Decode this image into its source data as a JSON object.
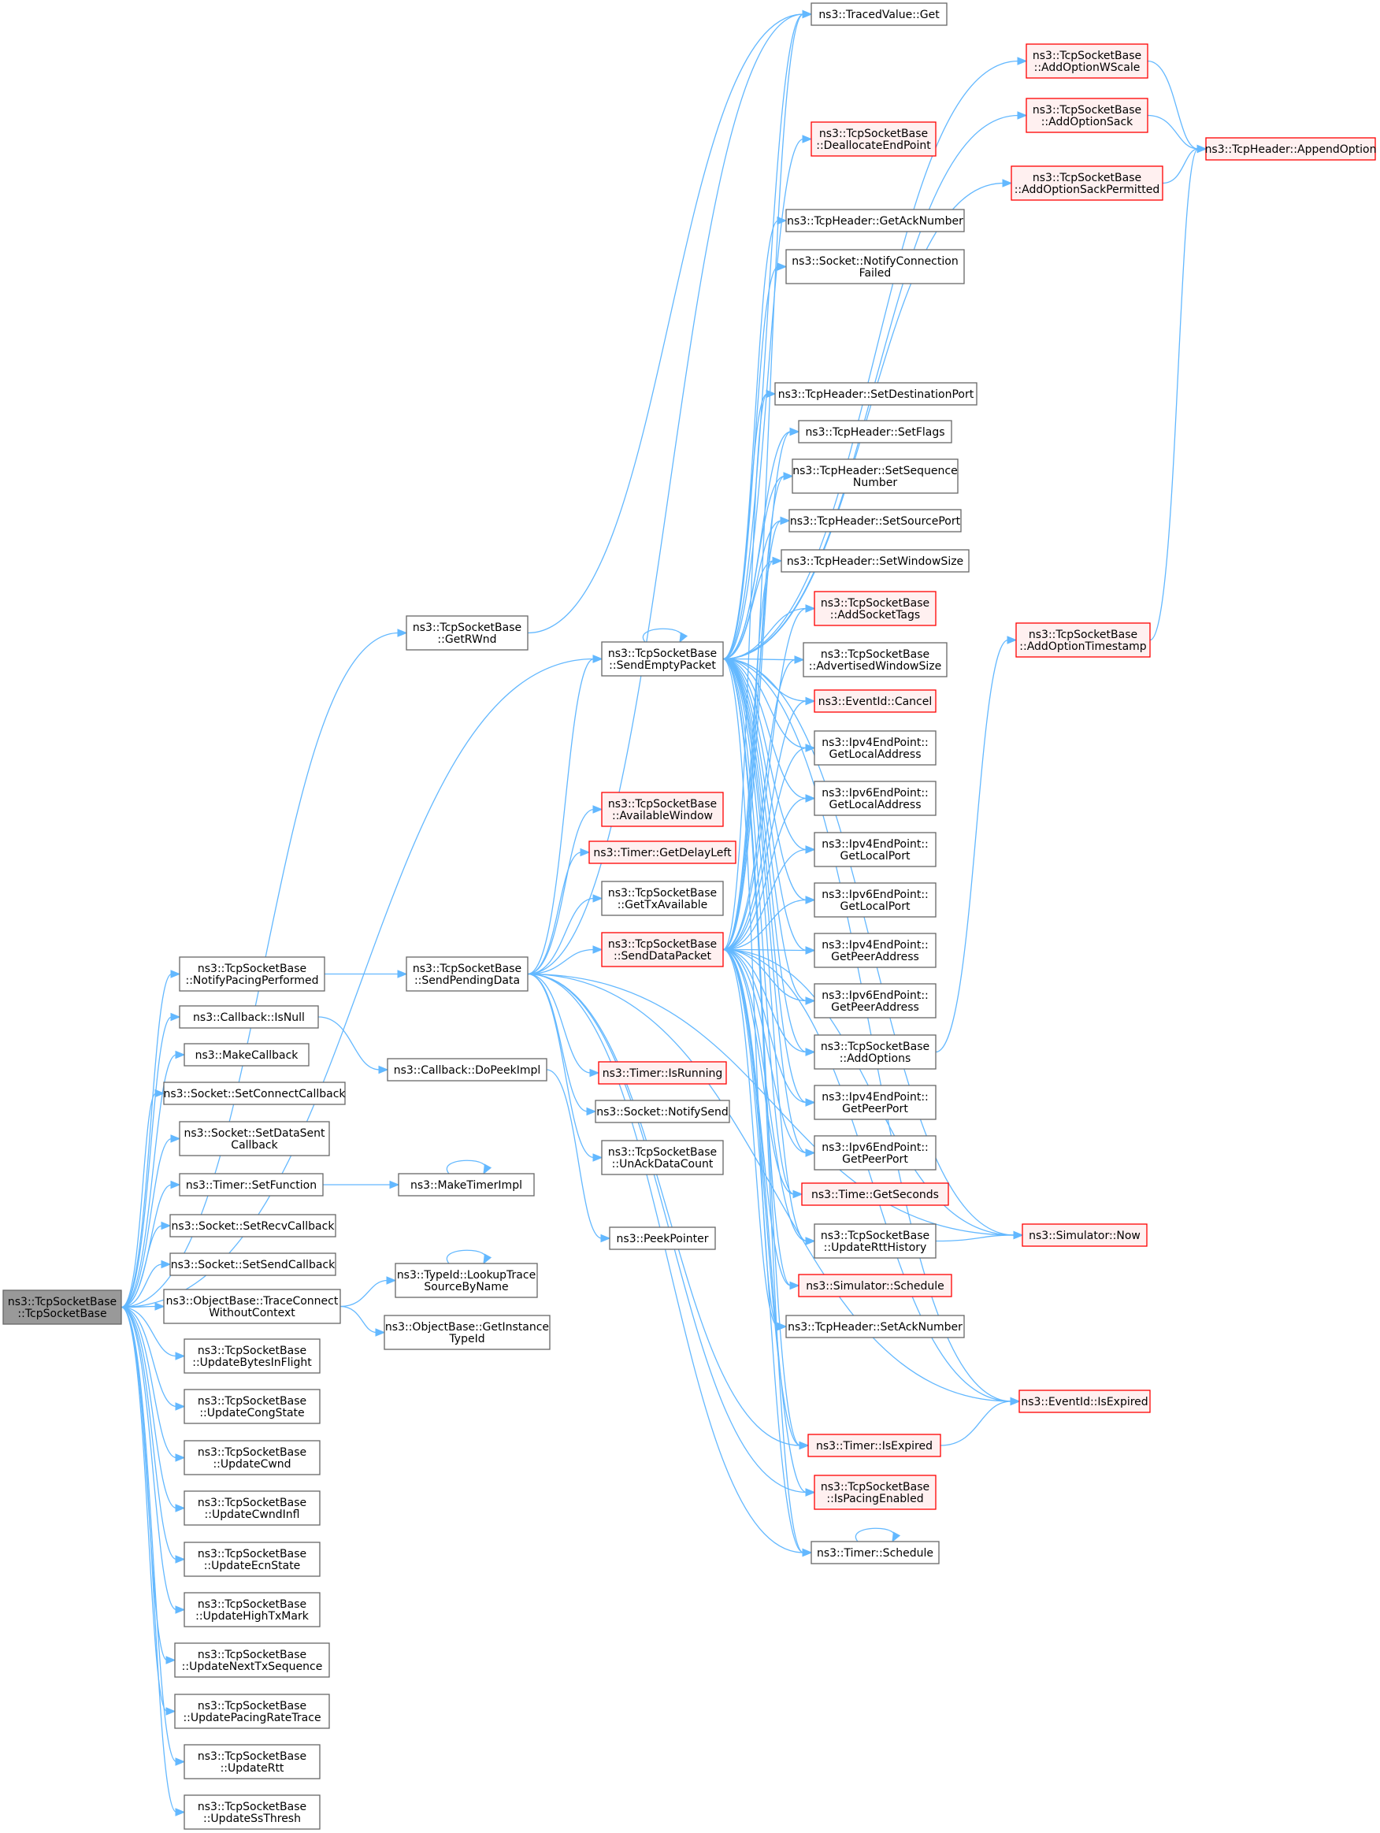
{
  "graph": {
    "colors": {
      "edge": "#63b8ff",
      "node_border": "#666666",
      "highlight_border": "#ff0000",
      "highlight_fill": "#fff0f0",
      "root_fill": "#999999"
    },
    "nodes": [
      {
        "id": "root",
        "lines": [
          "ns3::TcpSocketBase",
          "::TcpSocketBase"
        ],
        "style": "root"
      },
      {
        "id": "tracedvalue_get",
        "lines": [
          "ns3::TracedValue::Get"
        ],
        "style": "normal"
      },
      {
        "id": "addoptionwscale",
        "lines": [
          "ns3::TcpSocketBase",
          "::AddOptionWScale"
        ],
        "style": "red"
      },
      {
        "id": "addoptionsack",
        "lines": [
          "ns3::TcpSocketBase",
          "::AddOptionSack"
        ],
        "style": "red"
      },
      {
        "id": "appendoption",
        "lines": [
          "ns3::TcpHeader::AppendOption"
        ],
        "style": "red"
      },
      {
        "id": "deallocateendpoint",
        "lines": [
          "ns3::TcpSocketBase",
          "::DeallocateEndPoint"
        ],
        "style": "red"
      },
      {
        "id": "addoptionsackpermitted",
        "lines": [
          "ns3::TcpSocketBase",
          "::AddOptionSackPermitted"
        ],
        "style": "red"
      },
      {
        "id": "getacknumber",
        "lines": [
          "ns3::TcpHeader::GetAckNumber"
        ],
        "style": "normal"
      },
      {
        "id": "notifyconnectionfailed",
        "lines": [
          "ns3::Socket::NotifyConnection",
          "Failed"
        ],
        "style": "normal"
      },
      {
        "id": "setdestinationport",
        "lines": [
          "ns3::TcpHeader::SetDestinationPort"
        ],
        "style": "normal"
      },
      {
        "id": "setflags",
        "lines": [
          "ns3::TcpHeader::SetFlags"
        ],
        "style": "normal"
      },
      {
        "id": "setsequencenumber",
        "lines": [
          "ns3::TcpHeader::SetSequence",
          "Number"
        ],
        "style": "normal"
      },
      {
        "id": "setsourceport",
        "lines": [
          "ns3::TcpHeader::SetSourcePort"
        ],
        "style": "normal"
      },
      {
        "id": "setwindowsize",
        "lines": [
          "ns3::TcpHeader::SetWindowSize"
        ],
        "style": "normal"
      },
      {
        "id": "addsockettags",
        "lines": [
          "ns3::TcpSocketBase",
          "::AddSocketTags"
        ],
        "style": "red"
      },
      {
        "id": "advertisedwindowsize",
        "lines": [
          "ns3::TcpSocketBase",
          "::AdvertisedWindowSize"
        ],
        "style": "normal"
      },
      {
        "id": "eventid_cancel",
        "lines": [
          "ns3::EventId::Cancel"
        ],
        "style": "red"
      },
      {
        "id": "ipv4_getlocaladdress",
        "lines": [
          "ns3::Ipv4EndPoint::",
          "GetLocalAddress"
        ],
        "style": "normal"
      },
      {
        "id": "ipv6_getlocaladdress",
        "lines": [
          "ns3::Ipv6EndPoint::",
          "GetLocalAddress"
        ],
        "style": "normal"
      },
      {
        "id": "ipv4_getlocalport",
        "lines": [
          "ns3::Ipv4EndPoint::",
          "GetLocalPort"
        ],
        "style": "normal"
      },
      {
        "id": "ipv6_getlocalport",
        "lines": [
          "ns3::Ipv6EndPoint::",
          "GetLocalPort"
        ],
        "style": "normal"
      },
      {
        "id": "ipv4_getpeeraddress",
        "lines": [
          "ns3::Ipv4EndPoint::",
          "GetPeerAddress"
        ],
        "style": "normal"
      },
      {
        "id": "ipv6_getpeeraddress",
        "lines": [
          "ns3::Ipv6EndPoint::",
          "GetPeerAddress"
        ],
        "style": "normal"
      },
      {
        "id": "addoptions",
        "lines": [
          "ns3::TcpSocketBase",
          "::AddOptions"
        ],
        "style": "normal"
      },
      {
        "id": "ipv4_getpeerport",
        "lines": [
          "ns3::Ipv4EndPoint::",
          "GetPeerPort"
        ],
        "style": "normal"
      },
      {
        "id": "ipv6_getpeerport",
        "lines": [
          "ns3::Ipv6EndPoint::",
          "GetPeerPort"
        ],
        "style": "normal"
      },
      {
        "id": "time_getseconds",
        "lines": [
          "ns3::Time::GetSeconds"
        ],
        "style": "red"
      },
      {
        "id": "updaterttthistory",
        "lines": [
          "ns3::TcpSocketBase",
          "::UpdateRttHistory"
        ],
        "style": "normal"
      },
      {
        "id": "simulator_schedule",
        "lines": [
          "ns3::Simulator::Schedule"
        ],
        "style": "red"
      },
      {
        "id": "setacknumber",
        "lines": [
          "ns3::TcpHeader::SetAckNumber"
        ],
        "style": "normal"
      },
      {
        "id": "timer_isexpired",
        "lines": [
          "ns3::Timer::IsExpired"
        ],
        "style": "red"
      },
      {
        "id": "ispacingenabled",
        "lines": [
          "ns3::TcpSocketBase",
          "::IsPacingEnabled"
        ],
        "style": "red"
      },
      {
        "id": "timer_schedule",
        "lines": [
          "ns3::Timer::Schedule"
        ],
        "style": "normal"
      },
      {
        "id": "addoptiontimestamp",
        "lines": [
          "ns3::TcpSocketBase",
          "::AddOptionTimestamp"
        ],
        "style": "red"
      },
      {
        "id": "simulator_now",
        "lines": [
          "ns3::Simulator::Now"
        ],
        "style": "red"
      },
      {
        "id": "eventid_isexpired",
        "lines": [
          "ns3::EventId::IsExpired"
        ],
        "style": "red"
      },
      {
        "id": "getrwnd",
        "lines": [
          "ns3::TcpSocketBase",
          "::GetRWnd"
        ],
        "style": "normal"
      },
      {
        "id": "sendemptypacket",
        "lines": [
          "ns3::TcpSocketBase",
          "::SendEmptyPacket"
        ],
        "style": "normal"
      },
      {
        "id": "availablewindow",
        "lines": [
          "ns3::TcpSocketBase",
          "::AvailableWindow"
        ],
        "style": "red"
      },
      {
        "id": "getdelayleft",
        "lines": [
          "ns3::Timer::GetDelayLeft"
        ],
        "style": "red"
      },
      {
        "id": "gettxavailable",
        "lines": [
          "ns3::TcpSocketBase",
          "::GetTxAvailable"
        ],
        "style": "normal"
      },
      {
        "id": "senddatapacket",
        "lines": [
          "ns3::TcpSocketBase",
          "::SendDataPacket"
        ],
        "style": "red"
      },
      {
        "id": "timer_isrunning",
        "lines": [
          "ns3::Timer::IsRunning"
        ],
        "style": "red"
      },
      {
        "id": "notifysend",
        "lines": [
          "ns3::Socket::NotifySend"
        ],
        "style": "normal"
      },
      {
        "id": "unackdatacount",
        "lines": [
          "ns3::TcpSocketBase",
          "::UnAckDataCount"
        ],
        "style": "normal"
      },
      {
        "id": "peekpointer",
        "lines": [
          "ns3::PeekPointer"
        ],
        "style": "normal"
      },
      {
        "id": "notifypacingperformed",
        "lines": [
          "ns3::TcpSocketBase",
          "::NotifyPacingPerformed"
        ],
        "style": "normal"
      },
      {
        "id": "sendpendingdata",
        "lines": [
          "ns3::TcpSocketBase",
          "::SendPendingData"
        ],
        "style": "normal"
      },
      {
        "id": "callback_isnull",
        "lines": [
          "ns3::Callback::IsNull"
        ],
        "style": "normal"
      },
      {
        "id": "callback_dopeekimpl",
        "lines": [
          "ns3::Callback::DoPeekImpl"
        ],
        "style": "normal"
      },
      {
        "id": "makecallback",
        "lines": [
          "ns3::MakeCallback"
        ],
        "style": "normal"
      },
      {
        "id": "setconnectcallback",
        "lines": [
          "ns3::Socket::SetConnectCallback"
        ],
        "style": "normal"
      },
      {
        "id": "setdatasentcallback",
        "lines": [
          "ns3::Socket::SetDataSent",
          "Callback"
        ],
        "style": "normal"
      },
      {
        "id": "timer_setfunction",
        "lines": [
          "ns3::Timer::SetFunction"
        ],
        "style": "normal"
      },
      {
        "id": "maketimerimpl",
        "lines": [
          "ns3::MakeTimerImpl"
        ],
        "style": "normal"
      },
      {
        "id": "setrecvcallback",
        "lines": [
          "ns3::Socket::SetRecvCallback"
        ],
        "style": "normal"
      },
      {
        "id": "setsendcallback",
        "lines": [
          "ns3::Socket::SetSendCallback"
        ],
        "style": "normal"
      },
      {
        "id": "traceconnectwithoutcontext",
        "lines": [
          "ns3::ObjectBase::TraceConnect",
          "WithoutContext"
        ],
        "style": "normal"
      },
      {
        "id": "lookuptracesourcebyname",
        "lines": [
          "ns3::TypeId::LookupTrace",
          "SourceByName"
        ],
        "style": "normal"
      },
      {
        "id": "getinstancetypeid",
        "lines": [
          "ns3::ObjectBase::GetInstance",
          "TypeId"
        ],
        "style": "normal"
      },
      {
        "id": "updatebytesinflight",
        "lines": [
          "ns3::TcpSocketBase",
          "::UpdateBytesInFlight"
        ],
        "style": "normal"
      },
      {
        "id": "updatecongstate",
        "lines": [
          "ns3::TcpSocketBase",
          "::UpdateCongState"
        ],
        "style": "normal"
      },
      {
        "id": "updatecwnd",
        "lines": [
          "ns3::TcpSocketBase",
          "::UpdateCwnd"
        ],
        "style": "normal"
      },
      {
        "id": "updatecwndinfl",
        "lines": [
          "ns3::TcpSocketBase",
          "::UpdateCwndInfl"
        ],
        "style": "normal"
      },
      {
        "id": "updateecnstate",
        "lines": [
          "ns3::TcpSocketBase",
          "::UpdateEcnState"
        ],
        "style": "normal"
      },
      {
        "id": "updatehightxmark",
        "lines": [
          "ns3::TcpSocketBase",
          "::UpdateHighTxMark"
        ],
        "style": "normal"
      },
      {
        "id": "updatenexttxsequence",
        "lines": [
          "ns3::TcpSocketBase",
          "::UpdateNextTxSequence"
        ],
        "style": "normal"
      },
      {
        "id": "updatepacingratetrace",
        "lines": [
          "ns3::TcpSocketBase",
          "::UpdatePacingRateTrace"
        ],
        "style": "normal"
      },
      {
        "id": "updatertt",
        "lines": [
          "ns3::TcpSocketBase",
          "::UpdateRtt"
        ],
        "style": "normal"
      },
      {
        "id": "updatessthresh",
        "lines": [
          "ns3::TcpSocketBase",
          "::UpdateSsThresh"
        ],
        "style": "normal"
      }
    ],
    "edges": [
      [
        "root",
        "getrwnd"
      ],
      [
        "root",
        "sendemptypacket"
      ],
      [
        "root",
        "notifypacingperformed"
      ],
      [
        "root",
        "callback_isnull"
      ],
      [
        "root",
        "makecallback"
      ],
      [
        "root",
        "setconnectcallback"
      ],
      [
        "root",
        "setdatasentcallback"
      ],
      [
        "root",
        "timer_setfunction"
      ],
      [
        "root",
        "setrecvcallback"
      ],
      [
        "root",
        "setsendcallback"
      ],
      [
        "root",
        "traceconnectwithoutcontext"
      ],
      [
        "root",
        "updatebytesinflight"
      ],
      [
        "root",
        "updatecongstate"
      ],
      [
        "root",
        "updatecwnd"
      ],
      [
        "root",
        "updatecwndinfl"
      ],
      [
        "root",
        "updateecnstate"
      ],
      [
        "root",
        "updatehightxmark"
      ],
      [
        "root",
        "updatenexttxsequence"
      ],
      [
        "root",
        "updatepacingratetrace"
      ],
      [
        "root",
        "updatertt"
      ],
      [
        "root",
        "updatessthresh"
      ],
      [
        "getrwnd",
        "tracedvalue_get"
      ],
      [
        "notifypacingperformed",
        "sendpendingdata"
      ],
      [
        "callback_isnull",
        "callback_dopeekimpl"
      ],
      [
        "timer_setfunction",
        "maketimerimpl"
      ],
      [
        "maketimerimpl",
        "maketimerimpl"
      ],
      [
        "traceconnectwithoutcontext",
        "lookuptracesourcebyname"
      ],
      [
        "traceconnectwithoutcontext",
        "getinstancetypeid"
      ],
      [
        "lookuptracesourcebyname",
        "lookuptracesourcebyname"
      ],
      [
        "callback_dopeekimpl",
        "peekpointer"
      ],
      [
        "sendpendingdata",
        "sendemptypacket"
      ],
      [
        "sendpendingdata",
        "availablewindow"
      ],
      [
        "sendpendingdata",
        "getdelayleft"
      ],
      [
        "sendpendingdata",
        "gettxavailable"
      ],
      [
        "sendpendingdata",
        "senddatapacket"
      ],
      [
        "sendpendingdata",
        "timer_isrunning"
      ],
      [
        "sendpendingdata",
        "notifysend"
      ],
      [
        "sendpendingdata",
        "unackdatacount"
      ],
      [
        "sendpendingdata",
        "tracedvalue_get"
      ],
      [
        "sendpendingdata",
        "ispacingenabled"
      ],
      [
        "sendpendingdata",
        "eventid_isexpired"
      ],
      [
        "sendpendingdata",
        "simulator_now"
      ],
      [
        "sendpendingdata",
        "timer_schedule"
      ],
      [
        "sendpendingdata",
        "timer_isexpired"
      ],
      [
        "sendemptypacket",
        "sendemptypacket"
      ],
      [
        "sendemptypacket",
        "tracedvalue_get"
      ],
      [
        "sendemptypacket",
        "addoptionwscale"
      ],
      [
        "sendemptypacket",
        "addoptionsack"
      ],
      [
        "sendemptypacket",
        "deallocateendpoint"
      ],
      [
        "sendemptypacket",
        "addoptionsackpermitted"
      ],
      [
        "sendemptypacket",
        "getacknumber"
      ],
      [
        "sendemptypacket",
        "notifyconnectionfailed"
      ],
      [
        "sendemptypacket",
        "setdestinationport"
      ],
      [
        "sendemptypacket",
        "setflags"
      ],
      [
        "sendemptypacket",
        "setsequencenumber"
      ],
      [
        "sendemptypacket",
        "setsourceport"
      ],
      [
        "sendemptypacket",
        "setwindowsize"
      ],
      [
        "sendemptypacket",
        "addsockettags"
      ],
      [
        "sendemptypacket",
        "advertisedwindowsize"
      ],
      [
        "sendemptypacket",
        "eventid_cancel"
      ],
      [
        "sendemptypacket",
        "ipv4_getlocaladdress"
      ],
      [
        "sendemptypacket",
        "ipv6_getlocaladdress"
      ],
      [
        "sendemptypacket",
        "ipv4_getlocalport"
      ],
      [
        "sendemptypacket",
        "ipv6_getlocalport"
      ],
      [
        "sendemptypacket",
        "ipv4_getpeeraddress"
      ],
      [
        "sendemptypacket",
        "ipv6_getpeeraddress"
      ],
      [
        "sendemptypacket",
        "addoptions"
      ],
      [
        "sendemptypacket",
        "ipv4_getpeerport"
      ],
      [
        "sendemptypacket",
        "ipv6_getpeerport"
      ],
      [
        "sendemptypacket",
        "time_getseconds"
      ],
      [
        "sendemptypacket",
        "updaterttthistory"
      ],
      [
        "sendemptypacket",
        "simulator_schedule"
      ],
      [
        "sendemptypacket",
        "setacknumber"
      ],
      [
        "sendemptypacket",
        "timer_isexpired"
      ],
      [
        "sendemptypacket",
        "timer_schedule"
      ],
      [
        "sendemptypacket",
        "simulator_now"
      ],
      [
        "sendemptypacket",
        "eventid_isexpired"
      ],
      [
        "senddatapacket",
        "tracedvalue_get"
      ],
      [
        "senddatapacket",
        "addsockettags"
      ],
      [
        "senddatapacket",
        "advertisedwindowsize"
      ],
      [
        "senddatapacket",
        "eventid_cancel"
      ],
      [
        "senddatapacket",
        "setdestinationport"
      ],
      [
        "senddatapacket",
        "setflags"
      ],
      [
        "senddatapacket",
        "setsequencenumber"
      ],
      [
        "senddatapacket",
        "setsourceport"
      ],
      [
        "senddatapacket",
        "setwindowsize"
      ],
      [
        "senddatapacket",
        "ipv4_getlocaladdress"
      ],
      [
        "senddatapacket",
        "ipv6_getlocaladdress"
      ],
      [
        "senddatapacket",
        "ipv4_getlocalport"
      ],
      [
        "senddatapacket",
        "ipv6_getlocalport"
      ],
      [
        "senddatapacket",
        "ipv4_getpeeraddress"
      ],
      [
        "senddatapacket",
        "ipv6_getpeeraddress"
      ],
      [
        "senddatapacket",
        "addoptions"
      ],
      [
        "senddatapacket",
        "ipv4_getpeerport"
      ],
      [
        "senddatapacket",
        "ipv6_getpeerport"
      ],
      [
        "senddatapacket",
        "time_getseconds"
      ],
      [
        "senddatapacket",
        "updaterttthistory"
      ],
      [
        "senddatapacket",
        "simulator_schedule"
      ],
      [
        "senddatapacket",
        "setacknumber"
      ],
      [
        "senddatapacket",
        "timer_isexpired"
      ],
      [
        "senddatapacket",
        "ispacingenabled"
      ],
      [
        "senddatapacket",
        "timer_schedule"
      ],
      [
        "senddatapacket",
        "eventid_isexpired"
      ],
      [
        "senddatapacket",
        "simulator_now"
      ],
      [
        "addoptionwscale",
        "appendoption"
      ],
      [
        "addoptionsack",
        "appendoption"
      ],
      [
        "addoptionsackpermitted",
        "appendoption"
      ],
      [
        "addoptiontimestamp",
        "appendoption"
      ],
      [
        "addoptions",
        "addoptiontimestamp"
      ],
      [
        "updaterttthistory",
        "simulator_now"
      ],
      [
        "timer_isexpired",
        "eventid_isexpired"
      ],
      [
        "timer_schedule",
        "timer_schedule"
      ]
    ]
  }
}
